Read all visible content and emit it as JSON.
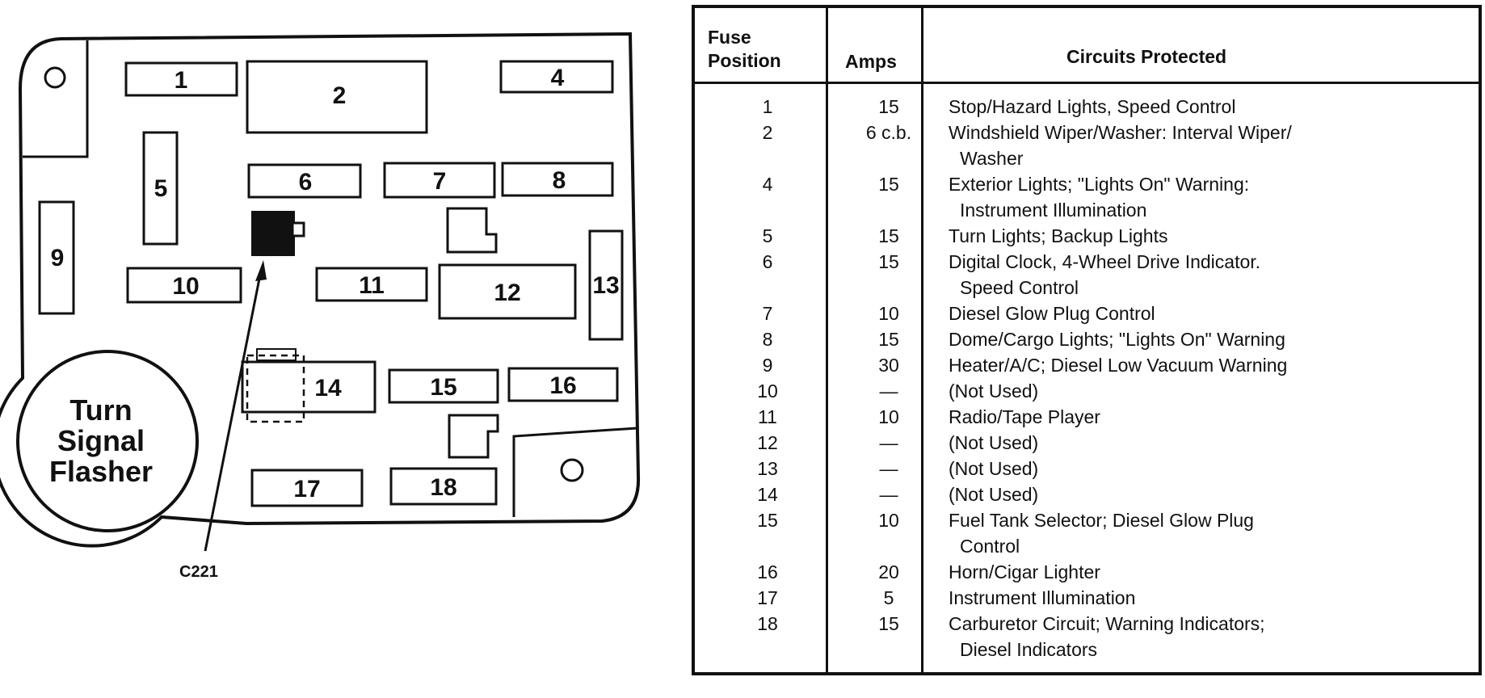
{
  "diagram": {
    "fuses": [
      {
        "id": "1"
      },
      {
        "id": "2"
      },
      {
        "id": "4"
      },
      {
        "id": "5"
      },
      {
        "id": "6"
      },
      {
        "id": "7"
      },
      {
        "id": "8"
      },
      {
        "id": "9"
      },
      {
        "id": "10"
      },
      {
        "id": "11"
      },
      {
        "id": "12"
      },
      {
        "id": "13"
      },
      {
        "id": "14"
      },
      {
        "id": "15"
      },
      {
        "id": "16"
      },
      {
        "id": "17"
      },
      {
        "id": "18"
      }
    ],
    "flasher_lines": [
      "Turn",
      "Signal",
      "Flasher"
    ],
    "connector_label": "C221"
  },
  "table": {
    "headers": {
      "position_line1": "Fuse",
      "position_line2": "Position",
      "amps": "Amps",
      "circuits": "Circuits Protected"
    },
    "rows": [
      {
        "position": "1",
        "amps": "15",
        "circuits": [
          "Stop/Hazard Lights, Speed Control"
        ]
      },
      {
        "position": "2",
        "amps": "6 c.b.",
        "circuits": [
          "Windshield Wiper/Washer: Interval Wiper/",
          "Washer"
        ]
      },
      {
        "position": "4",
        "amps": "15",
        "circuits": [
          "Exterior Lights; \"Lights On\" Warning:",
          "Instrument Illumination"
        ]
      },
      {
        "position": "5",
        "amps": "15",
        "circuits": [
          "Turn Lights; Backup Lights"
        ]
      },
      {
        "position": "6",
        "amps": "15",
        "circuits": [
          "Digital Clock, 4-Wheel Drive Indicator.",
          "Speed Control"
        ]
      },
      {
        "position": "7",
        "amps": "10",
        "circuits": [
          "Diesel Glow Plug Control"
        ]
      },
      {
        "position": "8",
        "amps": "15",
        "circuits": [
          "Dome/Cargo Lights; \"Lights On\" Warning"
        ]
      },
      {
        "position": "9",
        "amps": "30",
        "circuits": [
          "Heater/A/C; Diesel Low Vacuum Warning"
        ]
      },
      {
        "position": "10",
        "amps": "—",
        "circuits": [
          "(Not Used)"
        ]
      },
      {
        "position": "11",
        "amps": "10",
        "circuits": [
          "Radio/Tape Player"
        ]
      },
      {
        "position": "12",
        "amps": "—",
        "circuits": [
          "(Not Used)"
        ]
      },
      {
        "position": "13",
        "amps": "—",
        "circuits": [
          "(Not Used)"
        ]
      },
      {
        "position": "14",
        "amps": "—",
        "circuits": [
          "(Not Used)"
        ]
      },
      {
        "position": "15",
        "amps": "10",
        "circuits": [
          "Fuel Tank Selector; Diesel Glow Plug",
          "Control"
        ]
      },
      {
        "position": "16",
        "amps": "20",
        "circuits": [
          "Horn/Cigar Lighter"
        ]
      },
      {
        "position": "17",
        "amps": "5",
        "circuits": [
          "Instrument Illumination"
        ]
      },
      {
        "position": "18",
        "amps": "15",
        "circuits": [
          "Carburetor Circuit; Warning Indicators;",
          "Diesel Indicators"
        ]
      }
    ]
  }
}
